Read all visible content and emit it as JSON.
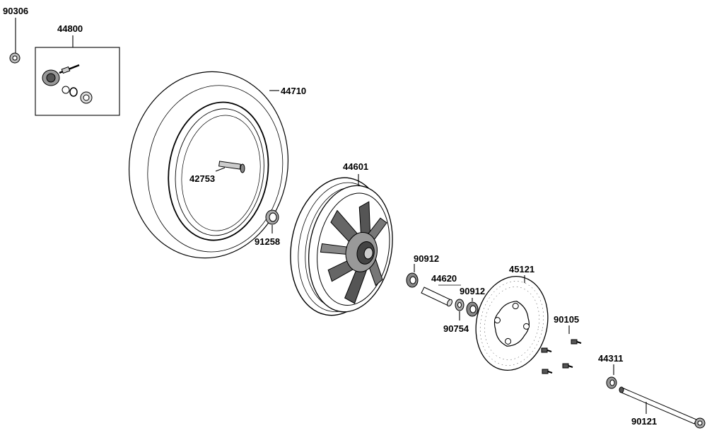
{
  "labels": {
    "p90306": "90306",
    "p44800": "44800",
    "p44710": "44710",
    "p42753": "42753",
    "p91258": "91258",
    "p44601": "44601",
    "p90912a": "90912",
    "p44620": "44620",
    "p90912b": "90912",
    "p90754": "90754",
    "p45121": "45121",
    "p90105": "90105",
    "p44311": "44311",
    "p90121": "90121"
  }
}
